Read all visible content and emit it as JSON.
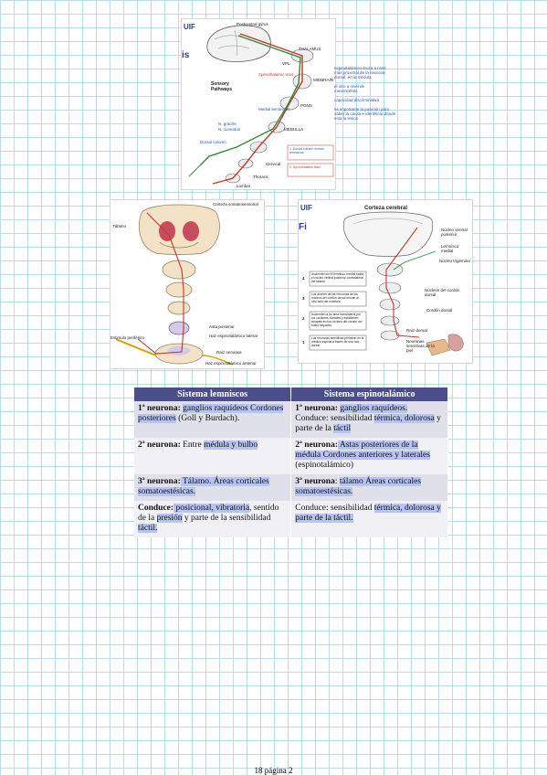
{
  "figures": {
    "top": {
      "logo": "UIF",
      "side_letters": "is",
      "title": "Sensory Pathways",
      "labels": {
        "postcentral": "Postcentral gyrus",
        "thalamus": "THALAMUS",
        "vpl": "VPL",
        "midbrain": "MIDBRAIN",
        "pons": "PONS",
        "medulla": "MEDULLA",
        "medial_lemniscus": "Medial lemniscus",
        "spinothalamic_tract": "Spinothalamic tract",
        "n_gracilis": "N. gracilis",
        "n_cuneatus": "N. cuneatus",
        "dorsal_column": "Dorsal column",
        "cervical": "Cervical",
        "thoracic": "Thoracic",
        "lumbar": "Lumbar",
        "dorsal_column_system": "1. Dorsal column medial lemniscus",
        "spinothalamic_system": "2. Spinothalamic tract"
      },
      "right_notes": [
        "espinotalámico cruza a nivel",
        "más proximal de la neurona",
        "dorsal, en la médula",
        "el otro a nivel de",
        "mesencéfalo",
        "capacidad discriminativa",
        "es importante la posición para",
        "saber la causa e identificar donde",
        "esta la lesion"
      ]
    },
    "left": {
      "labels": {
        "tálamo": "Tálamo",
        "corteza": "Corteza somatosensorial",
        "asta": "Asta posterior",
        "estimulo": "Estimulo periférico",
        "lateral": "Haz espinotalámico lateral",
        "raiz": "Raíz nerviosa",
        "anterior": "Haz espinotalámico anterior"
      }
    },
    "right": {
      "logo": "UIF",
      "side_letters": "Fi",
      "title": "Corteza cerebral",
      "labels": {
        "nucleo_ventral": "Núcleo ventral posterior",
        "lemnisco": "Lemnisco medial",
        "trigemino": "Núcleo trigémino",
        "nucleo_cordon": "Núcleos del cordón dorsal",
        "cordon": "Cordón dorsal",
        "raiz_dorsal": "Raíz dorsal",
        "neuronas": "Neuronas sensitivas de la piel"
      },
      "steps": [
        {
          "num": "4",
          "text": "Ascienden en el lemnisco medial hasta el núcleo ventral posterior contralateral del tálamo"
        },
        {
          "num": "3",
          "text": "Los axones de las neuronas de los núcleos del cordón dorsal cruzan al otro lado del encéfalo"
        },
        {
          "num": "2",
          "text": "Ascienden a la rama homolateral por los cordones dorsales y establecen sinapsis en los núcleos del cordón del bulbo raquídeo"
        },
        {
          "num": "1",
          "text": "Las neuronas sensitivas penetran en la médula espinal a través de una raíz dorsal"
        }
      ]
    }
  },
  "table": {
    "headers": [
      "Sistema lemniscos",
      "Sistema espinotalámico"
    ],
    "rows": [
      {
        "left": {
          "label": "1ª neurona:",
          "hl": "ganglios raquídeos Cordones posteriores",
          "rest": " (Goll y Burdach)."
        },
        "right": {
          "label": "1ª neurona:",
          "hl": "ganglios raquídeos.",
          "line2a": "Conduce: sensibilidad ",
          "line2hl": "térmica, dolorosa",
          "line2b": " y parte de la ",
          "line2hl2": "táctil"
        }
      },
      {
        "left": {
          "label": "2ª neurona:",
          "prefix": " Entre ",
          "hl": "médula y bulbo"
        },
        "right": {
          "label": "2ª neurona:",
          "hl": " Astas posteriores de la médula Cordones anteriores y laterales ",
          "rest": "(espinotalámico)"
        }
      },
      {
        "left": {
          "label": "3ª neurona:",
          "hl": " Tálamo. Áreas corticales somatoestésicas."
        },
        "right": {
          "label": "3ª neurona",
          "sep": ": ",
          "hl": "tálamo Áreas corticales somatoestésicas."
        }
      },
      {
        "left": {
          "label": "Conduce:",
          "hl1": " posicional, vibratoria",
          "mid1": ", sentido de la ",
          "hl2": "presión",
          "mid2": " y parte de la sensibilidad ",
          "hl3": "táctil."
        },
        "right": {
          "prefix": "Conduce: sensibilidad ",
          "hl": "térmica, dolorosa y parte de la táctil."
        }
      }
    ]
  },
  "footer": "18 página 2",
  "colors": {
    "grid": "#b9dcea",
    "table_header": "#4a4f8c",
    "row_dark": "#dfe0ea",
    "row_light": "#f1f1f5",
    "highlight": "#b7c4f3",
    "pathway_red": "#c0392b",
    "pathway_green": "#2e8b3d"
  }
}
